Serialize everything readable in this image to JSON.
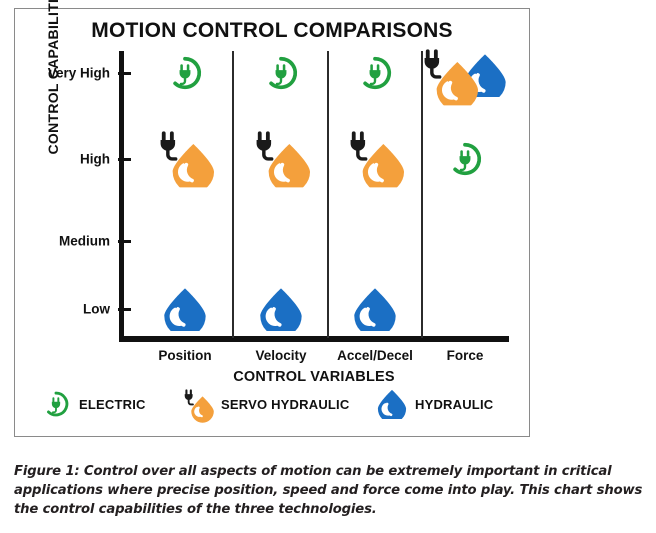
{
  "chart_data": {
    "type": "scatter",
    "title": "MOTION CONTROL COMPARISONS",
    "xlabel": "CONTROL VARIABLES",
    "ylabel": "CONTROL CAPABILITIES",
    "categories": [
      "Position",
      "Velocity",
      "Accel/Decel",
      "Force"
    ],
    "y_levels": [
      "Low",
      "Medium",
      "High",
      "Very High"
    ],
    "ylim": [
      "Low",
      "Very High"
    ],
    "grid": false,
    "legend_position": "bottom",
    "series": [
      {
        "name": "ELECTRIC",
        "icon": "electric-plug-circle-icon",
        "color": "#21A040",
        "values": [
          "Very High",
          "Very High",
          "Very High",
          "High"
        ]
      },
      {
        "name": "SERVO HYDRAULIC",
        "icon": "servo-hydraulic-droplet-icon",
        "color": "#F4A03C",
        "values": [
          "High",
          "High",
          "High",
          "Very High"
        ]
      },
      {
        "name": "HYDRAULIC",
        "icon": "hydraulic-droplet-icon",
        "color": "#1B6FC4",
        "values": [
          "Low",
          "Low",
          "Low",
          "Very High"
        ]
      }
    ],
    "points": [
      {
        "series": "ELECTRIC",
        "x": "Position",
        "y": "Very High"
      },
      {
        "series": "ELECTRIC",
        "x": "Velocity",
        "y": "Very High"
      },
      {
        "series": "ELECTRIC",
        "x": "Accel/Decel",
        "y": "Very High"
      },
      {
        "series": "ELECTRIC",
        "x": "Force",
        "y": "High"
      },
      {
        "series": "SERVO HYDRAULIC",
        "x": "Position",
        "y": "High"
      },
      {
        "series": "SERVO HYDRAULIC",
        "x": "Velocity",
        "y": "High"
      },
      {
        "series": "SERVO HYDRAULIC",
        "x": "Accel/Decel",
        "y": "High"
      },
      {
        "series": "SERVO HYDRAULIC",
        "x": "Force",
        "y": "Very High"
      },
      {
        "series": "HYDRAULIC",
        "x": "Position",
        "y": "Low"
      },
      {
        "series": "HYDRAULIC",
        "x": "Velocity",
        "y": "Low"
      },
      {
        "series": "HYDRAULIC",
        "x": "Accel/Decel",
        "y": "Low"
      },
      {
        "series": "HYDRAULIC",
        "x": "Force",
        "y": "Very High"
      }
    ]
  },
  "axis": {
    "y_ticks": [
      "Very High",
      "High",
      "Medium",
      "Low"
    ],
    "x_ticks": [
      "Position",
      "Velocity",
      "Accel/Decel",
      "Force"
    ]
  },
  "legend": {
    "items": [
      {
        "label": "ELECTRIC",
        "icon": "electric-plug-circle-icon"
      },
      {
        "label": "SERVO HYDRAULIC",
        "icon": "servo-hydraulic-droplet-icon"
      },
      {
        "label": "HYDRAULIC",
        "icon": "hydraulic-droplet-icon"
      }
    ]
  },
  "caption": {
    "text": "Figure 1: Control over all aspects of motion can be extremely important in critical applications where precise position, speed and force come into play. This chart shows the control capabilities of the three technologies."
  },
  "colors": {
    "electric_green": "#21A040",
    "servo_orange": "#F4A03C",
    "hydraulic_blue": "#1B6FC4",
    "axis_black": "#111111",
    "box_border": "#8a8a8a"
  }
}
